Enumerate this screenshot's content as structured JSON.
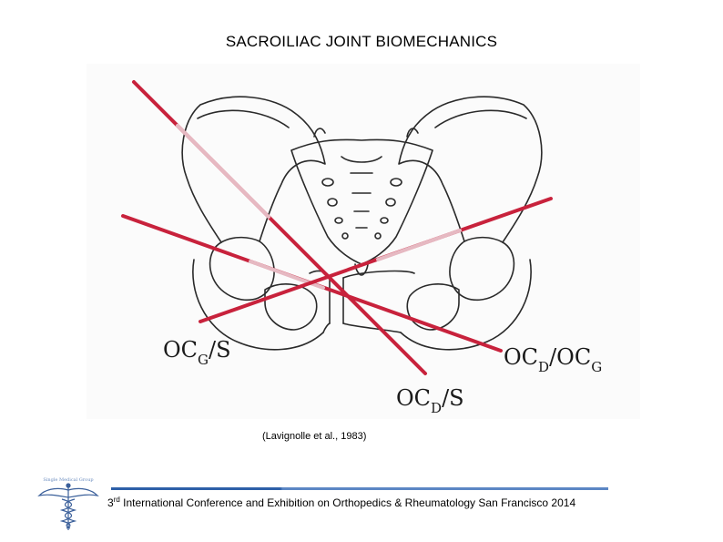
{
  "title": "SACROILIAC JOINT BIOMECHANICS",
  "figure": {
    "labels": {
      "ocg_s": {
        "base": "OC",
        "sub": "G",
        "tail": "/S"
      },
      "ocd_s": {
        "base": "OC",
        "sub": "D",
        "tail": "/S"
      },
      "ocd_ocg": {
        "base": "OC",
        "sub": "D",
        "mid": "/OC",
        "sub2": "G"
      }
    },
    "axis_color": "#c8223c",
    "axis_faded_color": "#e6b9c2"
  },
  "caption": "(Lavignolle et al., 1983)",
  "footer": {
    "ordinal": "3",
    "ordinal_suffix": "rd",
    "text": " International Conference and Exhibition on Orthopedics & Rheumatology San Francisco 2014"
  },
  "logo": {
    "text": "Single Medical Group",
    "icon": "caduceus-icon"
  }
}
